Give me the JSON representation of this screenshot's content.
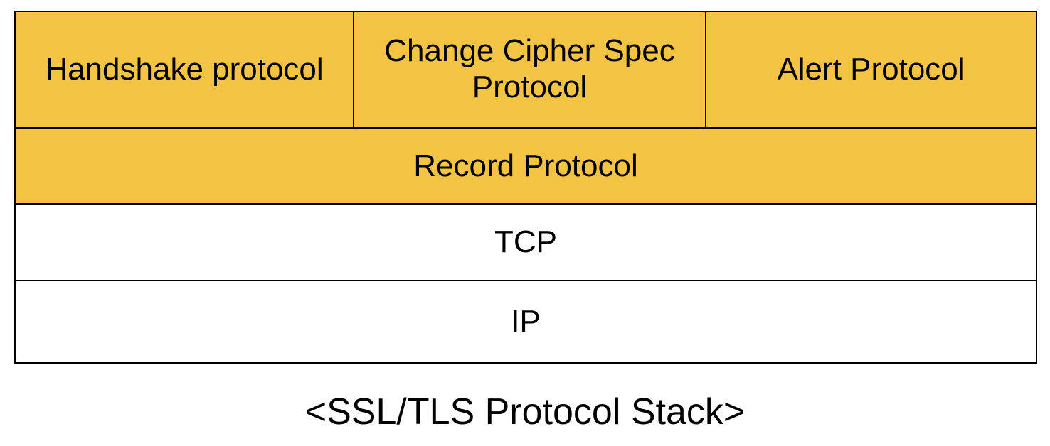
{
  "stack": {
    "top_row": [
      {
        "label": "Handshake protocol"
      },
      {
        "label": "Change Cipher Spec Protocol"
      },
      {
        "label": "Alert Protocol"
      }
    ],
    "rows": [
      {
        "label": "Record Protocol"
      },
      {
        "label": "TCP"
      },
      {
        "label": "IP"
      }
    ]
  },
  "caption": "<SSL/TLS Protocol Stack>",
  "colors": {
    "cell_fill": "#F3C343",
    "border": "#000000",
    "text": "#000000",
    "background": "#FFFFFF"
  }
}
